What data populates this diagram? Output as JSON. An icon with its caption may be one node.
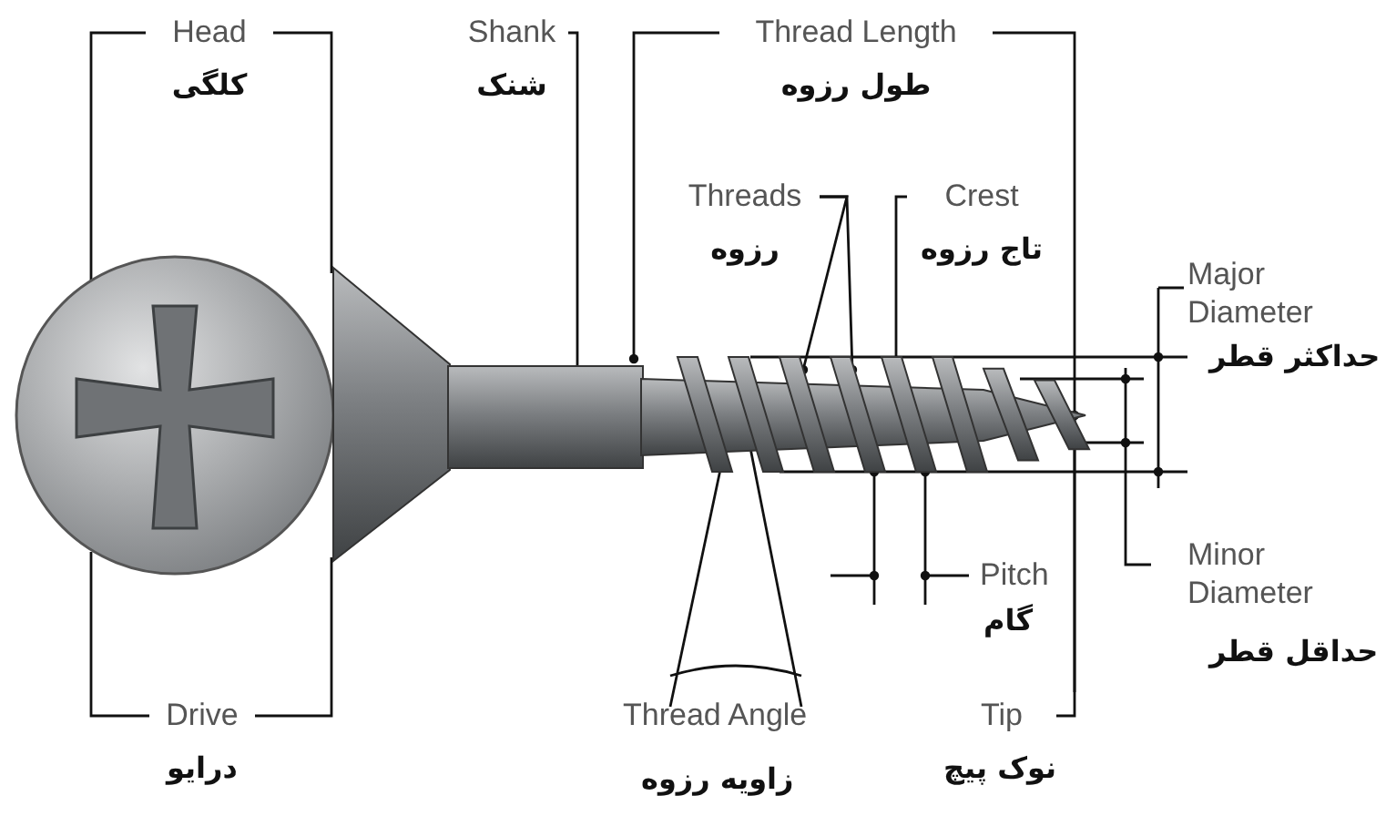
{
  "diagram": {
    "nodes": [
      {
        "text": [
          "Head",
          "کلگی"
        ]
      },
      {
        "text": [
          "Shank",
          "شنک"
        ]
      },
      {
        "text": [
          "Thread Length",
          "طول رزوه"
        ]
      },
      {
        "text": [
          "Threads",
          "رزوه"
        ]
      },
      {
        "text": [
          "Crest",
          "تاج رزوه"
        ]
      },
      {
        "text": [
          "Drive",
          "درایو"
        ]
      },
      {
        "text": [
          "Tip",
          "نوک پیچ"
        ]
      },
      {
        "text": [],
        "shape": "picture"
      },
      {
        "text": [],
        "shape": "picture"
      }
    ],
    "edges": [
      {
        "from": 0,
        "to": 7,
        "arrow": "none"
      },
      {
        "from": 1,
        "to": 8,
        "arrow": "other"
      },
      {
        "from": 2,
        "to": 8,
        "arrow": "other"
      },
      {
        "from": 3,
        "to": 8,
        "arrow": "other"
      },
      {
        "from": 3,
        "to": 8,
        "arrow": "other"
      },
      {
        "from": 4,
        "to": 8,
        "arrow": "other"
      },
      {
        "from": 5,
        "to": 7,
        "arrow": "none"
      },
      {
        "from": 6,
        "to": 8,
        "arrow": "other"
      },
      {
        "from": 0,
        "to": 8,
        "arrow": "none"
      },
      {
        "from": 5,
        "to": 8,
        "arrow": "none"
      }
    ],
    "labels": [
      "Major Diameter",
      "حداکثر قطر",
      "Pitch",
      "گام",
      "Minor Diameter",
      "حداقل قطر",
      "Thread Angle",
      "زاویه رزوه"
    ]
  }
}
